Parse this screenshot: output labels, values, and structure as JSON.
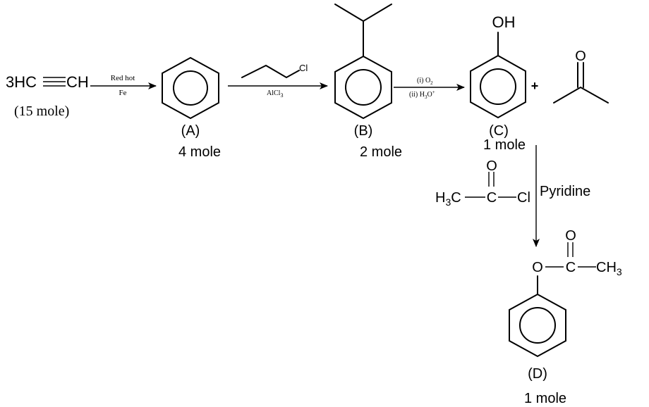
{
  "reactant": {
    "prefix": "3HC",
    "suffix": "CH",
    "amount": "(15 mole)"
  },
  "step1": {
    "reagent_top": "Red hot",
    "reagent_bottom": "Fe"
  },
  "compound_a": {
    "label": "(A)",
    "amount": "4 mole"
  },
  "step2": {
    "alkyl_halide_atom": "Cl",
    "catalyst": "AlCl",
    "catalyst_sub": "3"
  },
  "compound_b": {
    "label": "(B)",
    "amount": "2 mole"
  },
  "step3": {
    "line1": "(i) O",
    "line1_sub": "2",
    "line2": "(ii) H",
    "line2_sub": "3",
    "line2_tail": "O",
    "line2_sup": "+"
  },
  "compound_c": {
    "group": "OH",
    "label": "(C)",
    "amount": "1 mole"
  },
  "plus": "+",
  "acetone": {
    "oxygen": "O"
  },
  "step4": {
    "reagent_h": "H",
    "reagent_h_sub": "3",
    "reagent_c": "C",
    "reagent_carbonyl_c": "C",
    "reagent_o": "O",
    "reagent_cl": "Cl",
    "condition": "Pyridine"
  },
  "compound_d": {
    "ester_o": "O",
    "carbonyl_c": "C",
    "carbonyl_o": "O",
    "methyl": "CH",
    "methyl_sub": "3",
    "label": "(D)",
    "amount": "1 mole"
  }
}
